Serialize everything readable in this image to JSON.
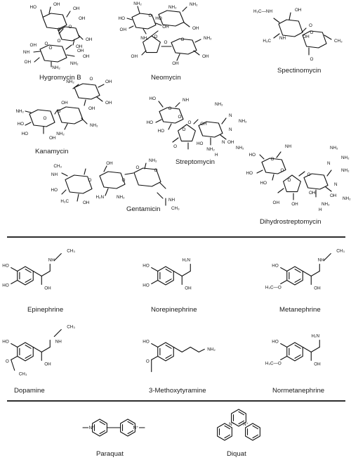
{
  "sections": [
    {
      "id": "aminoglycosides",
      "compounds": [
        {
          "key": "hygromycin_b",
          "name": "Hygromycin B",
          "atom_labels": [
            "HO",
            "OH",
            "OH",
            "OH",
            "O",
            "O",
            "OH",
            "OH",
            "O",
            "NH₂",
            "O",
            "OH",
            "O",
            "NH",
            "OH",
            "OH",
            "OH",
            "NH₂"
          ]
        },
        {
          "key": "neomycin",
          "name": "Neomycin",
          "atom_labels": [
            "NH₂",
            "O",
            "HO",
            "OH",
            "NH₂",
            "NH₂",
            "HO",
            "OH",
            "NH₂",
            "OH",
            "O",
            "O",
            "OH",
            "NH₂",
            "OH",
            "O",
            "OH"
          ]
        },
        {
          "key": "spectinomycin",
          "name": "Spectinomycin",
          "atom_labels": [
            "H₃C—NH",
            "OH",
            "O",
            "OH",
            "O",
            "CH₃",
            "NH",
            "H₃C",
            "O"
          ]
        },
        {
          "key": "kanamycin",
          "name": "Kanamycin",
          "atom_labels": [
            "NH₂",
            "O",
            "OH",
            "OH",
            "OH",
            "OH",
            "NH₂",
            "O",
            "HO",
            "NH₂",
            "O",
            "HO",
            "NH₂",
            "OH"
          ]
        },
        {
          "key": "streptomycin",
          "name": "Streptomycin",
          "atom_labels": [
            "HO",
            "O",
            "NH",
            "HO",
            "O",
            "NH₂",
            "HO",
            "O",
            "N",
            "NH₂",
            "OH",
            "O",
            "HO",
            "OH",
            "O",
            "N",
            "NH₂",
            "NH₂",
            "N",
            "H"
          ]
        },
        {
          "key": "dihydrostreptomycin",
          "name": "Dihydrostreptomycin",
          "atom_labels": [
            "NH₂",
            "NH",
            "HO",
            "O",
            "NH₂",
            "HO",
            "N",
            "NH₂",
            "OH",
            "O",
            "HO",
            "OH",
            "O",
            "OH",
            "OH",
            "O",
            "N",
            "NH₂",
            "NH₂",
            "H"
          ]
        },
        {
          "key": "gentamicin",
          "name": "Gentamicin",
          "atom_labels": [
            "CH₃",
            "NH",
            "OH",
            "NH₂",
            "HO",
            "O",
            "H₂N",
            "O",
            "O",
            "H₃C",
            "OH",
            "NH₂",
            "O",
            "NH",
            "CH₃"
          ]
        }
      ]
    },
    {
      "id": "catecholamines",
      "compounds": [
        {
          "key": "epinephrine",
          "name": "Epinephrine",
          "atom_labels": [
            "NH",
            "CH₃",
            "HO",
            "HO",
            "OH"
          ]
        },
        {
          "key": "norepinephrine",
          "name": "Norepinephrine",
          "atom_labels": [
            "H₂N",
            "HO",
            "HO",
            "OH"
          ]
        },
        {
          "key": "metanephrine",
          "name": "Metanephrine",
          "atom_labels": [
            "NH",
            "CH₃",
            "HO",
            "H₃C—O",
            "OH"
          ]
        },
        {
          "key": "dopamine",
          "name": "Dopamine",
          "atom_labels": [
            "NH",
            "CH₃",
            "HO",
            "O",
            "CH₃",
            "OH"
          ]
        },
        {
          "key": "methoxytyramine",
          "name": "3-Methoxytyramine",
          "atom_labels": [
            "NH₂",
            "HO",
            "O"
          ]
        },
        {
          "key": "normetanephrine",
          "name": "Normetanephrine",
          "atom_labels": [
            "H₂N",
            "HO",
            "H₃C—O",
            "OH"
          ]
        }
      ]
    },
    {
      "id": "herbicides",
      "compounds": [
        {
          "key": "paraquat",
          "name": "Paraquat",
          "atom_labels": [
            "N⁺",
            "N⁺"
          ]
        },
        {
          "key": "diquat",
          "name": "Diquat",
          "atom_labels": [
            "N⁺",
            "N⁺"
          ]
        }
      ]
    }
  ]
}
